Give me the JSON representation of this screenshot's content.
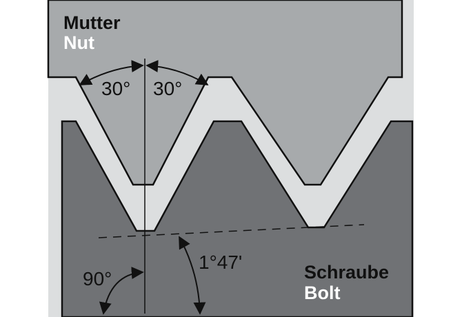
{
  "labels": {
    "nut_de": "Mutter",
    "nut_en": "Nut",
    "bolt_de": "Schraube",
    "bolt_en": "Bolt",
    "angle_left": "30°",
    "angle_right": "30°",
    "angle_right_angle": "90°",
    "angle_lead": "1°47'"
  },
  "colors": {
    "nut_fill": "#a7aaac",
    "gap_fill": "#dcdedf",
    "bolt_fill": "#707275",
    "text_dark": "#111111",
    "text_light": "#ffffff",
    "line": "#111111"
  }
}
